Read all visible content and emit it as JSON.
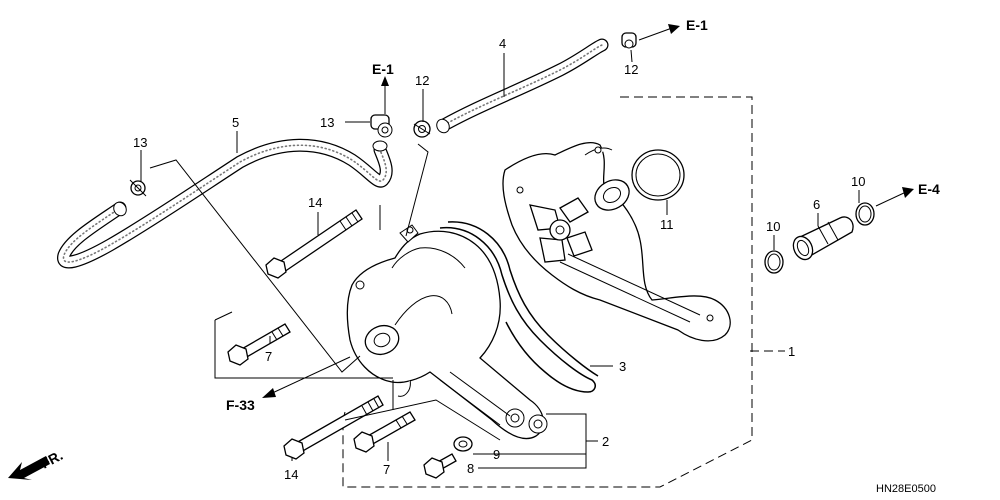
{
  "diagram": {
    "code": "HN28E0500",
    "direction_label": "FR.",
    "references": {
      "e1_top": "E-1",
      "e1_mid": "E-1",
      "e4": "E-4",
      "f33": "F-33"
    },
    "callouts": {
      "c1": "1",
      "c2": "2",
      "c3": "3",
      "c4": "4",
      "c5": "5",
      "c6": "6",
      "c7a": "7",
      "c7b": "7",
      "c8": "8",
      "c9": "9",
      "c10a": "10",
      "c10b": "10",
      "c11": "11",
      "c12a": "12",
      "c12b": "12",
      "c13a": "13",
      "c13b": "13",
      "c14a": "14",
      "c14b": "14"
    }
  }
}
